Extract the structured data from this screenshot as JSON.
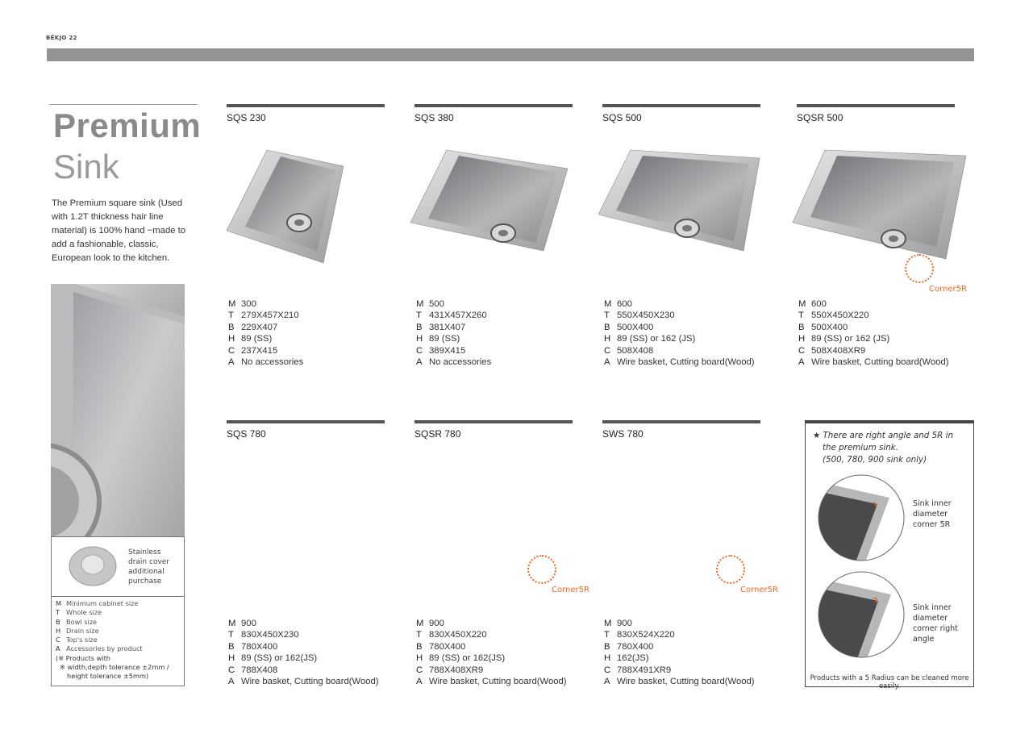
{
  "header": {
    "logo": "BĚKJO",
    "page_number": "22"
  },
  "intro": {
    "title_bold": "Premium",
    "title_light": "Sink",
    "description": "The Premium square sink (Used with 1.2T thickness hair line material) is 100% hand −made to add a fashionable, classic, European look to the kitchen."
  },
  "drain_cover": {
    "caption": "Stainless drain cover additional purchase"
  },
  "legend": {
    "items": [
      {
        "key": "M",
        "label": "Minimum cabinet size"
      },
      {
        "key": "T",
        "label": "Whole size"
      },
      {
        "key": "B",
        "label": "Bowl size"
      },
      {
        "key": "H",
        "label": "Drain size"
      },
      {
        "key": "C",
        "label": "Top's size"
      },
      {
        "key": "A",
        "label": "Accessories by product"
      }
    ],
    "note1": "(※ Products with",
    "note2": "※ width,depth tolerance  ±2mm /",
    "note3": "height tolerance  ±5mm)"
  },
  "products": [
    {
      "name": "SQS 230",
      "M": "300",
      "T": "279X457X210",
      "B": "229X407",
      "H": "89 (SS)",
      "C": "237X415",
      "A": "No accessories"
    },
    {
      "name": "SQS 380",
      "M": "500",
      "T": "431X457X260",
      "B": "381X407",
      "H": "89 (SS)",
      "C": "389X415",
      "A": "No accessories"
    },
    {
      "name": "SQS 500",
      "M": "600",
      "T": "550X450X230",
      "B": "500X400",
      "H": "89 (SS) or 162 (JS)",
      "C": "508X408",
      "A": "Wire basket, Cutting board(Wood)"
    },
    {
      "name": "SQSR 500",
      "M": "600",
      "T": "550X450X220",
      "B": "500X400",
      "H": "89 (SS) or 162 (JS)",
      "C": "508X408XR9",
      "A": "Wire basket, Cutting board(Wood)",
      "corner": "Corner5R"
    },
    {
      "name": "SQS 780",
      "M": "900",
      "T": "830X450X230",
      "B": "780X400",
      "H": "89 (SS) or 162(JS)",
      "C": "788X408",
      "A": "Wire basket, Cutting board(Wood)"
    },
    {
      "name": "SQSR 780",
      "M": "900",
      "T": "830X450X220",
      "B": "780X400",
      "H": "89 (SS) or 162(JS)",
      "C": "788X408XR9",
      "A": "Wire basket, Cutting board(Wood)",
      "corner": "Corner5R"
    },
    {
      "name": "SWS 780",
      "M": "900",
      "T": "830X524X220",
      "B": "780X400",
      "H": "162(JS)",
      "C": "788X491XR9",
      "A": "Wire basket, Cutting board(Wood)",
      "corner": "Corner5R"
    }
  ],
  "corner_box": {
    "note_line1": "★ There are right angle and 5R in",
    "note_line2": "the premium sink.",
    "note_line3": "(500, 780, 900 sink only)",
    "label_5r": "Sink inner diameter corner 5R",
    "label_right": "Sink inner diameter corner right angle",
    "footer": "Products with a 5 Radius can be cleaned more easily."
  },
  "colors": {
    "accent": "#f26522",
    "bar": "#939393",
    "heading_bar": "#555555"
  }
}
